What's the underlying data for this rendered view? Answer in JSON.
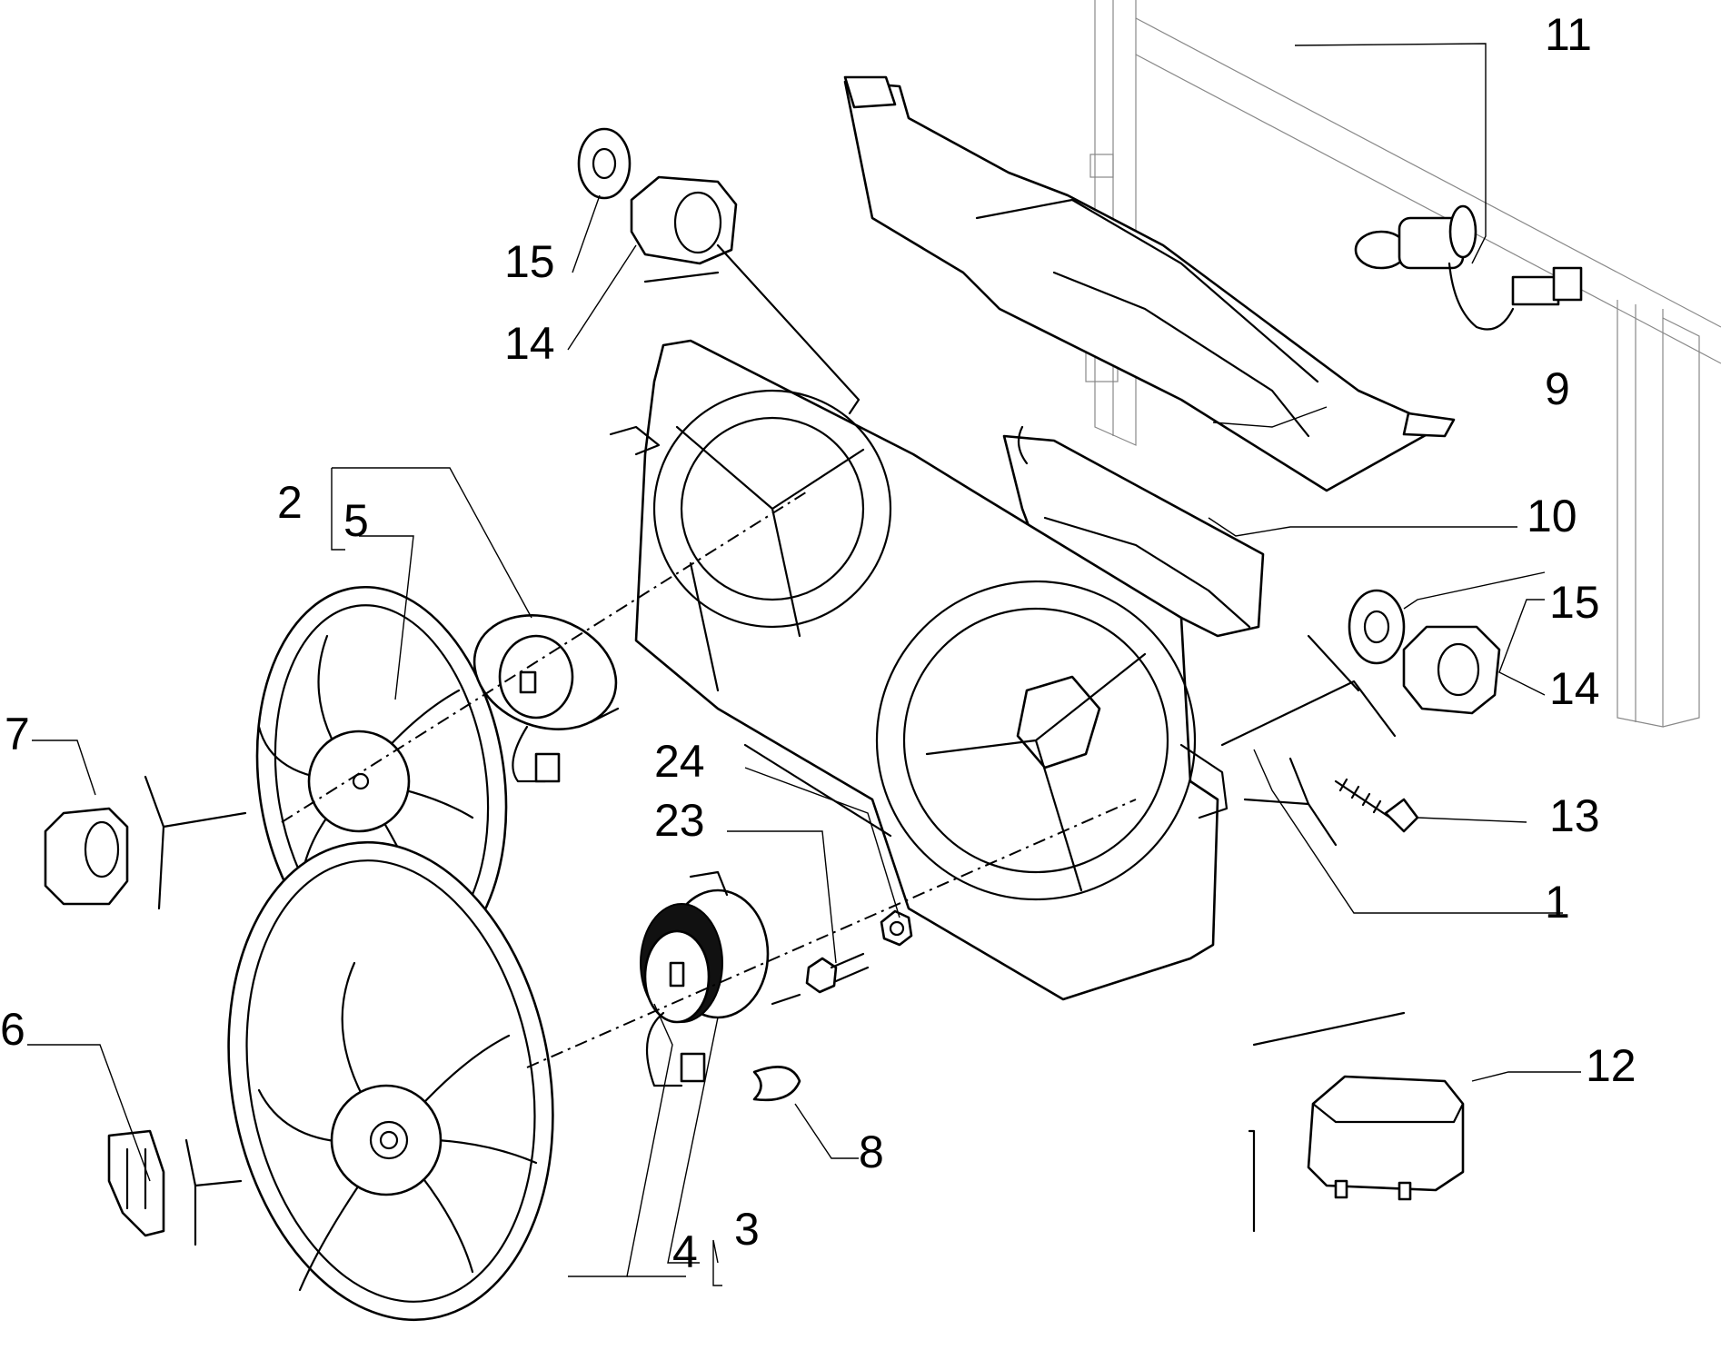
{
  "callouts": {
    "n1": "1",
    "n2": "2",
    "n3": "3",
    "n4": "4",
    "n5": "5",
    "n6": "6",
    "n7": "7",
    "n8": "8",
    "n9": "9",
    "n10": "10",
    "n11": "11",
    "n12": "12",
    "n13": "13",
    "n14_top": "14",
    "n14_right": "14",
    "n15_top": "15",
    "n15_right": "15",
    "n23": "23",
    "n24": "24"
  }
}
